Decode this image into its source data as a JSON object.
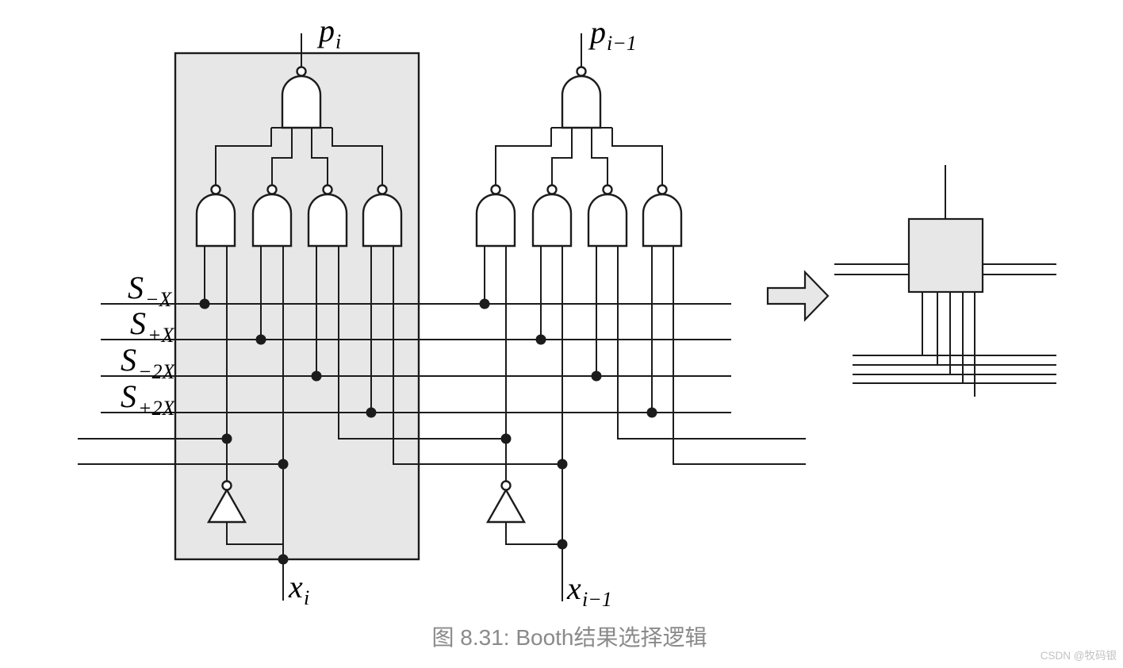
{
  "figure": {
    "caption": "图 8.31: Booth结果选择逻辑",
    "watermark": "CSDN @牧码银"
  },
  "labels": {
    "p_i": {
      "base": "p",
      "sub": "i"
    },
    "p_i1": {
      "base": "p",
      "sub": "i−1"
    },
    "x_i": {
      "base": "x",
      "sub": "i"
    },
    "x_i1": {
      "base": "x",
      "sub": "i−1"
    },
    "s_neg_x": {
      "base": "S",
      "sub": "−X"
    },
    "s_pos_x": {
      "base": "S",
      "sub": "+X"
    },
    "s_neg_2x": {
      "base": "S",
      "sub": "−2X"
    },
    "s_pos_2x": {
      "base": "S",
      "sub": "+2X"
    }
  },
  "colors": {
    "line": "#1c1c1c",
    "cell_fill": "#e7e7e7",
    "gate_fill": "#ffffff",
    "caption_text": "#8a8a8a",
    "watermark_text": "#c2c2c2",
    "background": "#ffffff"
  }
}
